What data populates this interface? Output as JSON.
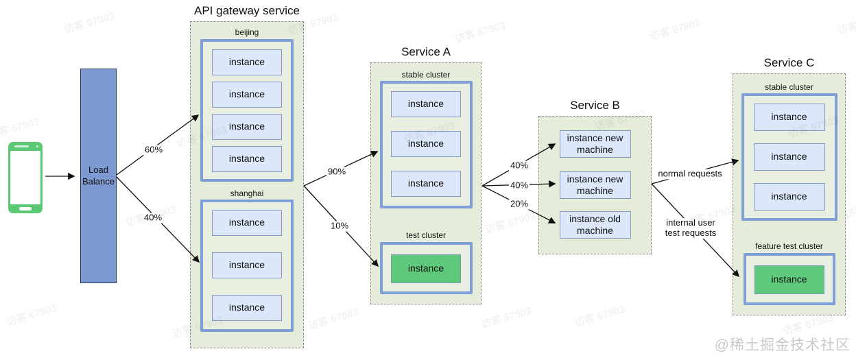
{
  "meta": {
    "watermark_text": "访客 67903",
    "attribution": "@稀土掘金技术社区"
  },
  "load_balancer": {
    "label": "Load Balance"
  },
  "api_gateway": {
    "title": "API gateway service",
    "clusters": [
      {
        "name": "beijing",
        "instances": [
          "instance",
          "instance",
          "instance",
          "instance"
        ]
      },
      {
        "name": "shanghai",
        "instances": [
          "instance",
          "instance",
          "instance"
        ]
      }
    ]
  },
  "service_a": {
    "title": "Service A",
    "clusters": [
      {
        "name": "stable cluster",
        "instances": [
          "instance",
          "instance",
          "instance"
        ]
      },
      {
        "name": "test cluster",
        "instances": [
          "instance"
        ]
      }
    ]
  },
  "service_b": {
    "title": "Service B",
    "instances": [
      "instance new machine",
      "instance new machine",
      "instance old machine"
    ]
  },
  "service_c": {
    "title": "Service C",
    "clusters": [
      {
        "name": "stable cluster",
        "instances": [
          "instance",
          "instance",
          "instance"
        ]
      },
      {
        "name": "feature test cluster",
        "instances": [
          "instance"
        ]
      }
    ]
  },
  "flows": {
    "lb_to_beijing": "60%",
    "lb_to_shanghai": "40%",
    "gateway_to_stable": "90%",
    "gateway_to_test": "10%",
    "a_to_b_new1": "40%",
    "a_to_b_new2": "40%",
    "a_to_b_old": "20%",
    "b_to_c_stable": "normal requests",
    "b_to_c_test": "internal user test requests"
  },
  "colors": {
    "cluster_border": "#7f9fd6",
    "cluster_fill": "#e9efe0",
    "container_fill": "#e5ecd9",
    "instance_fill": "#dce7fa",
    "instance_border": "#8398c2",
    "green_instance_fill": "#5ec97b",
    "green_instance_border": "#7e96b5",
    "lb_fill": "#7c9ad1",
    "phone_green": "#5bc873"
  }
}
